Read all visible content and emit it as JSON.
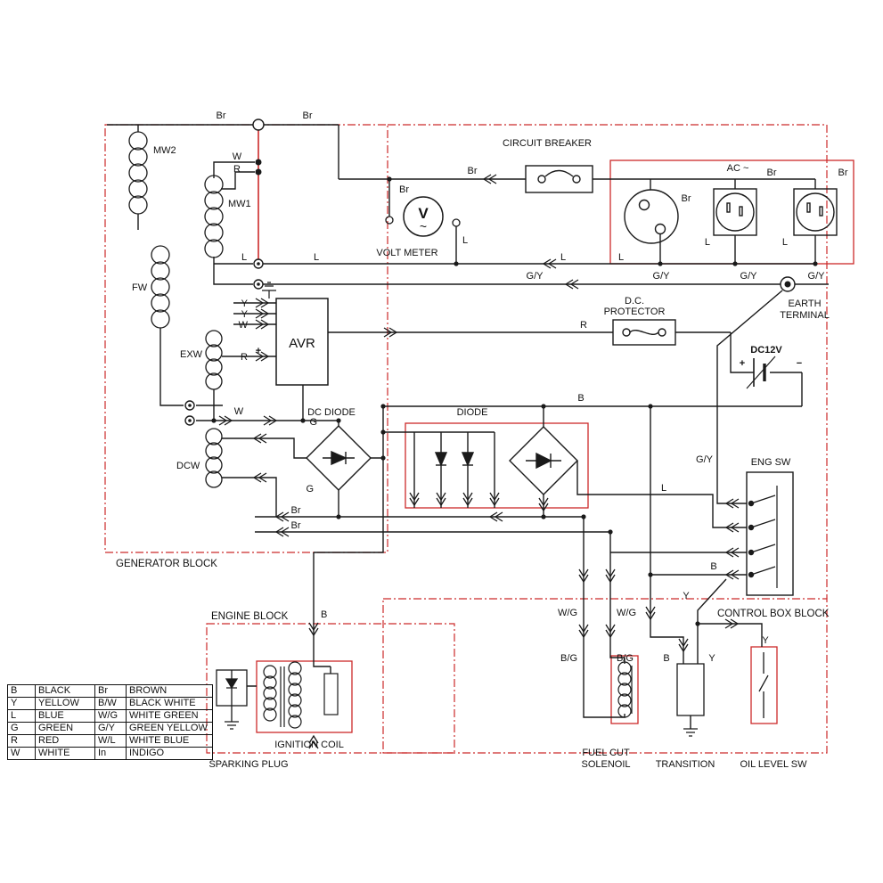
{
  "blocks": {
    "generator": "GENERATOR BLOCK",
    "engine": "ENGINE BLOCK",
    "control": "CONTROL BOX BLOCK"
  },
  "components": {
    "mw2": "MW2",
    "mw1": "MW1",
    "fw": "FW",
    "exw": "EXW",
    "dcw": "DCW",
    "avr": "AVR",
    "circuit_breaker": "CIRCUIT BREAKER",
    "volt_meter": "VOLT METER",
    "volt_symbol": "V",
    "volt_wave": "~",
    "ac": "AC ~",
    "earth_line1": "EARTH",
    "earth_line2": "TERMINAL",
    "dc_protector_line1": "D.C.",
    "dc_protector_line2": "PROTECTOR",
    "dc12v": "DC12V",
    "plus": "+",
    "minus": "−",
    "dc_diode": "DC DIODE",
    "diode": "DIODE",
    "eng_sw": "ENG SW",
    "sparking_plug": "SPARKING PLUG",
    "ignition_coil": "IGNITION COIL",
    "fuel_cut_line1": "FUEL CUT",
    "fuel_cut_line2": "SOLENOIL",
    "transition": "TRANSITION",
    "oil_level_sw": "OIL LEVEL SW"
  },
  "wire_labels": {
    "br_1": "Br",
    "br_2": "Br",
    "br_3": "Br",
    "br_4": "Br",
    "br_5": "Br",
    "br_6": "Br",
    "br_7": "Br",
    "br_8": "Br",
    "br_9": "Br",
    "w_1": "W",
    "w_2": "W",
    "w_3": "W",
    "r_1": "R",
    "r_2": "R",
    "r_3": "R",
    "plus_avr": "+",
    "l_0": "L",
    "l_1": "L",
    "l_2": "L",
    "l_3": "L",
    "l_4": "L",
    "l_5": "L",
    "l_6": "L",
    "l_7": "L",
    "gy_1": "G/Y",
    "gy_2": "G/Y",
    "gy_3": "G/Y",
    "gy_4": "G/Y",
    "gy_5": "G/Y",
    "y_1": "Y",
    "y_2": "Y",
    "y_3": "Y",
    "y_4": "Y",
    "y_5": "Y",
    "g_1": "G",
    "g_2": "G",
    "b_1": "B",
    "b_2": "B",
    "b_3": "B",
    "b_4": "B",
    "wg_1": "W/G",
    "wg_2": "W/G",
    "bg_1": "B/G",
    "bg_2": "B/G"
  },
  "legend": {
    "rows": [
      {
        "c0": "B",
        "c1": "BLACK",
        "c2": "Br",
        "c3": "BROWN"
      },
      {
        "c0": "Y",
        "c1": "YELLOW",
        "c2": "B/W",
        "c3": "BLACK WHITE"
      },
      {
        "c0": "L",
        "c1": "BLUE",
        "c2": "W/G",
        "c3": "WHITE GREEN"
      },
      {
        "c0": "G",
        "c1": "GREEN",
        "c2": "G/Y",
        "c3": "GREEN YELLOW"
      },
      {
        "c0": "R",
        "c1": "RED",
        "c2": "W/L",
        "c3": "WHITE BLUE"
      },
      {
        "c0": "W",
        "c1": "WHITE",
        "c2": "In",
        "c3": "INDIGO"
      }
    ]
  },
  "colors": {
    "wire": "#1a1a1a",
    "red": "#cc2a2a"
  }
}
